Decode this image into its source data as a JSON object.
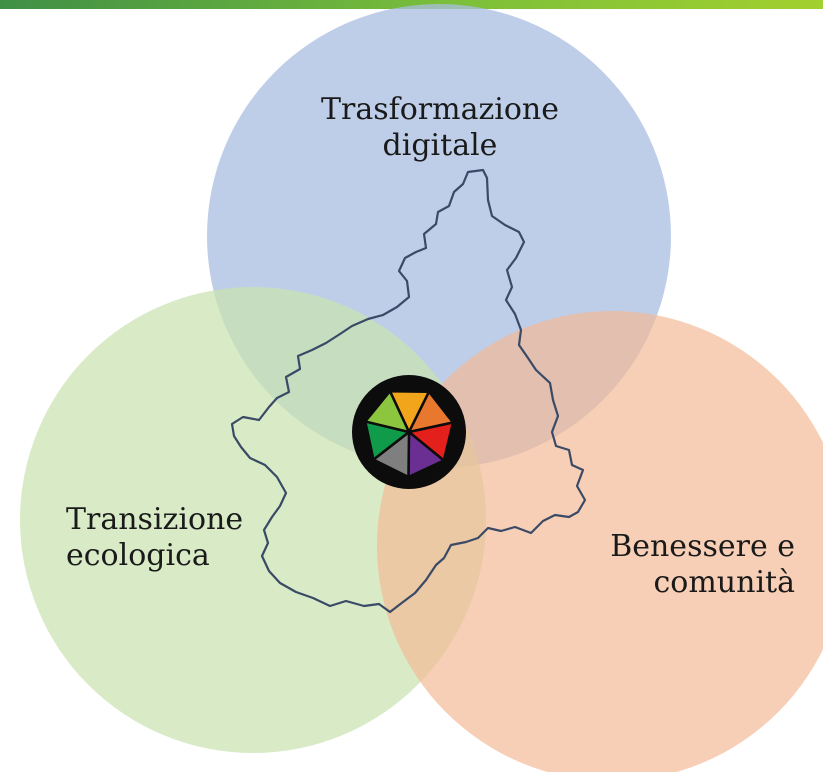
{
  "colors": {
    "header_bar": "#5aa83f",
    "circle_digital": "#a9bde0",
    "circle_ecological": "#c9e3b0",
    "circle_wellbeing": "#f3b894",
    "region_outline": "#3a4a66",
    "emblem_segments": [
      "#f2a51a",
      "#e8782e",
      "#e3201b",
      "#6b2f93",
      "#7f7f7f",
      "#0f9b4a",
      "#8cc63f"
    ]
  },
  "circles": {
    "top": {
      "line1": "Trasformazione",
      "line2": "digitale"
    },
    "left": {
      "line1": "Transizione",
      "line2": "ecologica"
    },
    "right": {
      "line1": "Benessere e",
      "line2": "comunità"
    }
  }
}
